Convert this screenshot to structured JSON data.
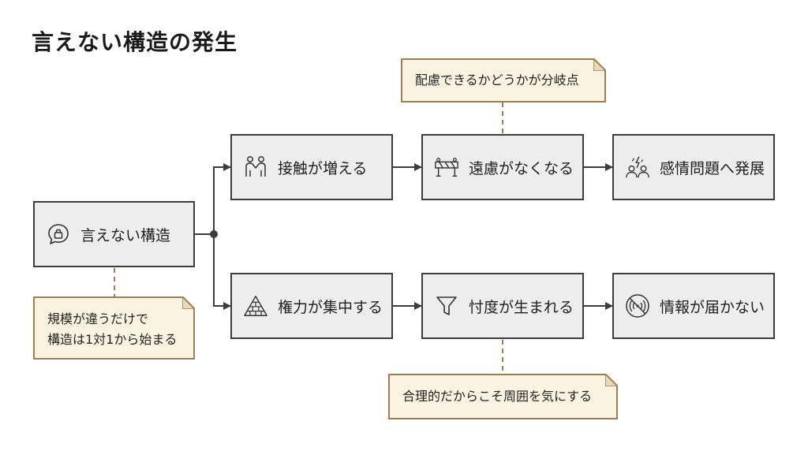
{
  "title": "言えない構造の発生",
  "nodes": {
    "start": {
      "label": "言えない構造",
      "icon": "locked-speech-bubble-icon"
    },
    "contact": {
      "label": "接触が増える",
      "icon": "people-handshake-icon"
    },
    "reserve": {
      "label": "遠慮がなくなる",
      "icon": "barrier-icon"
    },
    "emotion": {
      "label": "感情問題へ発展",
      "icon": "conflict-people-icon"
    },
    "power": {
      "label": "権力が集中する",
      "icon": "pyramid-icon"
    },
    "sontaku": {
      "label": "忖度が生まれる",
      "icon": "funnel-icon"
    },
    "info": {
      "label": "情報が届かない",
      "icon": "no-signal-icon"
    }
  },
  "notes": {
    "top": "配慮できるかどうかが分岐点",
    "left": [
      "規模が違うだけで",
      "構造は1対1から始まる"
    ],
    "bottom": "合理的だからこそ周囲を気にする"
  },
  "colors": {
    "node_fill": "#eeeeee",
    "node_border": "#3c3c3c",
    "note_fill": "#fbf3e2",
    "note_border": "#9b7f52"
  }
}
